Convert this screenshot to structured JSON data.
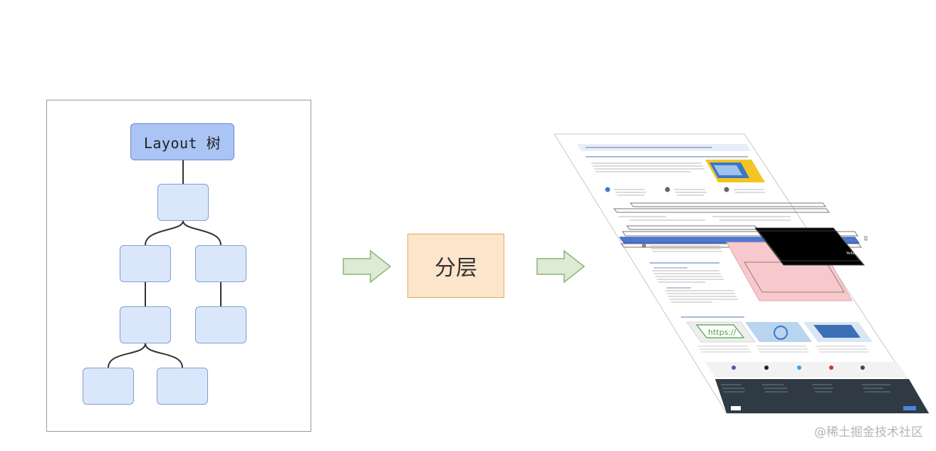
{
  "diagram": {
    "root_label": "Layout 树",
    "process_label": "分层",
    "page_sample": {
      "url_link": "https://",
      "button_text": "Yellow"
    }
  },
  "watermark": "@稀土掘金技术社区",
  "colors": {
    "root_fill": "#a9c4f5",
    "node_fill": "#dae7fb",
    "node_stroke": "#7f9fd4",
    "process_fill": "#fde5cc",
    "process_stroke": "#e3a866",
    "arrow_fill": "#dcebd3",
    "arrow_stroke": "#8fb17a",
    "page_footer": "#2f3a45",
    "layer_pink": "#f7c9cc",
    "layer_black": "#000000"
  }
}
